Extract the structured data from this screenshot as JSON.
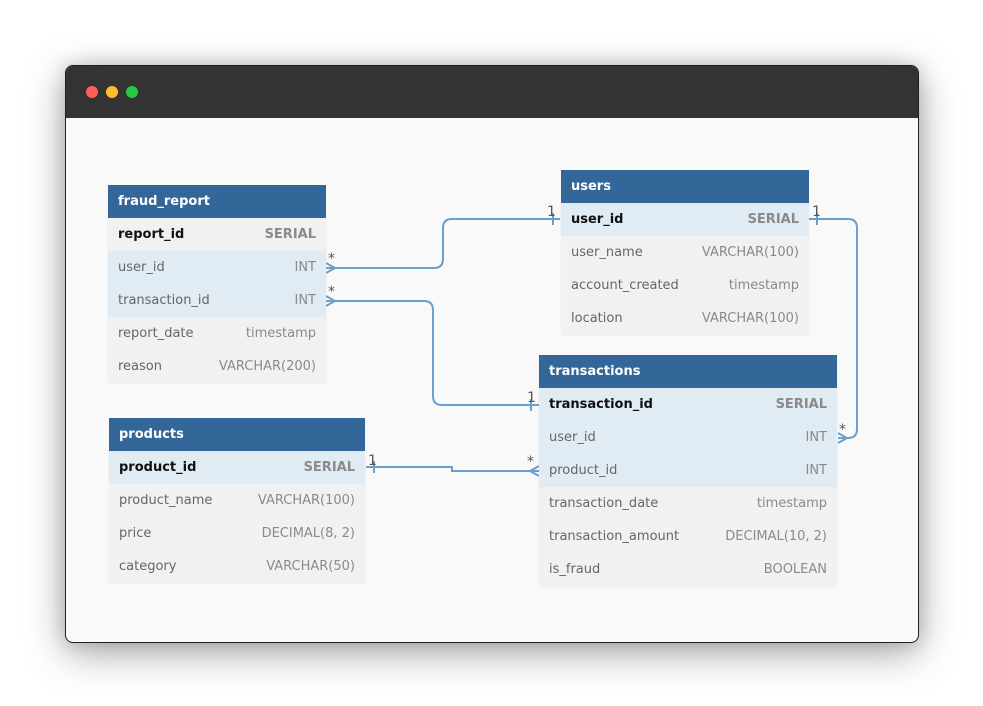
{
  "window": {
    "controls": [
      "close",
      "minimize",
      "maximize"
    ]
  },
  "tables": {
    "fraud_report": {
      "name": "fraud_report",
      "columns": [
        {
          "name": "report_id",
          "type": "SERIAL"
        },
        {
          "name": "user_id",
          "type": "INT"
        },
        {
          "name": "transaction_id",
          "type": "INT"
        },
        {
          "name": "report_date",
          "type": "timestamp"
        },
        {
          "name": "reason",
          "type": "VARCHAR(200)"
        }
      ]
    },
    "users": {
      "name": "users",
      "columns": [
        {
          "name": "user_id",
          "type": "SERIAL"
        },
        {
          "name": "user_name",
          "type": "VARCHAR(100)"
        },
        {
          "name": "account_created",
          "type": "timestamp"
        },
        {
          "name": "location",
          "type": "VARCHAR(100)"
        }
      ]
    },
    "transactions": {
      "name": "transactions",
      "columns": [
        {
          "name": "transaction_id",
          "type": "SERIAL"
        },
        {
          "name": "user_id",
          "type": "INT"
        },
        {
          "name": "product_id",
          "type": "INT"
        },
        {
          "name": "transaction_date",
          "type": "timestamp"
        },
        {
          "name": "transaction_amount",
          "type": "DECIMAL(10, 2)"
        },
        {
          "name": "is_fraud",
          "type": "BOOLEAN"
        }
      ]
    },
    "products": {
      "name": "products",
      "columns": [
        {
          "name": "product_id",
          "type": "SERIAL"
        },
        {
          "name": "product_name",
          "type": "VARCHAR(100)"
        },
        {
          "name": "price",
          "type": "DECIMAL(8, 2)"
        },
        {
          "name": "category",
          "type": "VARCHAR(50)"
        }
      ]
    }
  },
  "relationships": [
    {
      "from": "fraud_report.user_id",
      "to": "users.user_id",
      "from_card": "*",
      "to_card": "1"
    },
    {
      "from": "fraud_report.transaction_id",
      "to": "transactions.transaction_id",
      "from_card": "*",
      "to_card": "1"
    },
    {
      "from": "transactions.user_id",
      "to": "users.user_id",
      "from_card": "*",
      "to_card": "1"
    },
    {
      "from": "transactions.product_id",
      "to": "products.product_id",
      "from_card": "*",
      "to_card": "1"
    }
  ],
  "colors": {
    "header": "#336699",
    "link": "#6b9fcc",
    "ref_row": "#e1ebf4",
    "row": "#f1f1f1",
    "titlebar": "#333333"
  }
}
